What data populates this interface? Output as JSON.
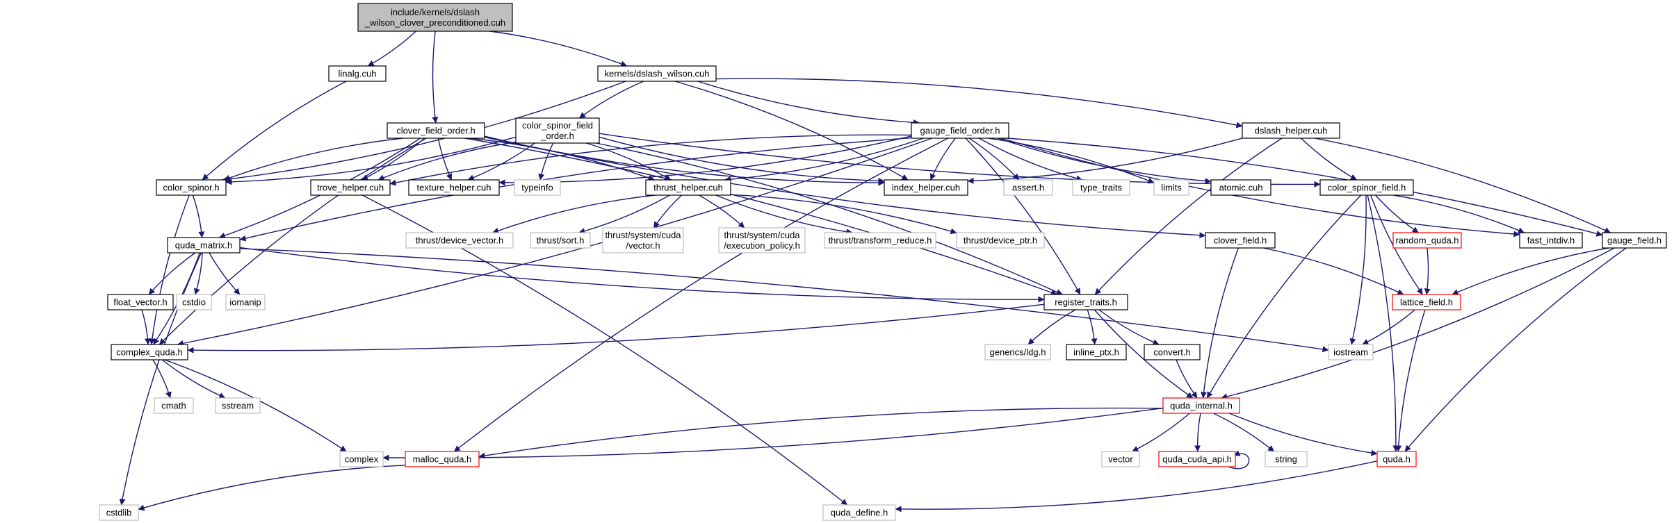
{
  "colors": {
    "edge": "#191970",
    "root_fill": "#bfbfbf",
    "normal_border": "#000000",
    "truncated_border": "#ff0000",
    "system_border": "#bfbfbf",
    "node_fill": "#ffffff"
  },
  "nodes": [
    {
      "id": "root",
      "lines": [
        "include/kernels/dslash",
        "_wilson_clover_preconditioned.cuh"
      ],
      "style": "root"
    },
    {
      "id": "linalg",
      "lines": [
        "linalg.cuh"
      ],
      "style": "normal"
    },
    {
      "id": "dslash_wilson",
      "lines": [
        "kernels/dslash_wilson.cuh"
      ],
      "style": "normal"
    },
    {
      "id": "clover_field_order",
      "lines": [
        "clover_field_order.h"
      ],
      "style": "normal"
    },
    {
      "id": "color_spinor_field_order",
      "lines": [
        "color_spinor_field",
        "_order.h"
      ],
      "style": "normal"
    },
    {
      "id": "gauge_field_order",
      "lines": [
        "gauge_field_order.h"
      ],
      "style": "normal"
    },
    {
      "id": "dslash_helper",
      "lines": [
        "dslash_helper.cuh"
      ],
      "style": "normal"
    },
    {
      "id": "color_spinor",
      "lines": [
        "color_spinor.h"
      ],
      "style": "normal"
    },
    {
      "id": "trove_helper",
      "lines": [
        "trove_helper.cuh"
      ],
      "style": "normal"
    },
    {
      "id": "texture_helper",
      "lines": [
        "texture_helper.cuh"
      ],
      "style": "normal"
    },
    {
      "id": "typeinfo",
      "lines": [
        "typeinfo"
      ],
      "style": "system"
    },
    {
      "id": "thrust_helper",
      "lines": [
        "thrust_helper.cuh"
      ],
      "style": "normal"
    },
    {
      "id": "index_helper",
      "lines": [
        "index_helper.cuh"
      ],
      "style": "normal"
    },
    {
      "id": "assert",
      "lines": [
        "assert.h"
      ],
      "style": "system"
    },
    {
      "id": "type_traits",
      "lines": [
        "type_traits"
      ],
      "style": "system"
    },
    {
      "id": "limits",
      "lines": [
        "limits"
      ],
      "style": "system"
    },
    {
      "id": "atomic",
      "lines": [
        "atomic.cuh"
      ],
      "style": "normal"
    },
    {
      "id": "color_spinor_field",
      "lines": [
        "color_spinor_field.h"
      ],
      "style": "normal"
    },
    {
      "id": "quda_matrix",
      "lines": [
        "quda_matrix.h"
      ],
      "style": "normal"
    },
    {
      "id": "thrust_device_vector",
      "lines": [
        "thrust/device_vector.h"
      ],
      "style": "system"
    },
    {
      "id": "thrust_sort",
      "lines": [
        "thrust/sort.h"
      ],
      "style": "system"
    },
    {
      "id": "thrust_cuda_vector",
      "lines": [
        "thrust/system/cuda",
        "/vector.h"
      ],
      "style": "system"
    },
    {
      "id": "thrust_cuda_exec",
      "lines": [
        "thrust/system/cuda",
        "/execution_policy.h"
      ],
      "style": "system"
    },
    {
      "id": "thrust_transform_reduce",
      "lines": [
        "thrust/transform_reduce.h"
      ],
      "style": "system"
    },
    {
      "id": "thrust_device_ptr",
      "lines": [
        "thrust/device_ptr.h"
      ],
      "style": "system"
    },
    {
      "id": "clover_field",
      "lines": [
        "clover_field.h"
      ],
      "style": "normal"
    },
    {
      "id": "random_quda",
      "lines": [
        "random_quda.h"
      ],
      "style": "truncated"
    },
    {
      "id": "fast_intdiv",
      "lines": [
        "fast_intdiv.h"
      ],
      "style": "normal"
    },
    {
      "id": "gauge_field",
      "lines": [
        "gauge_field.h"
      ],
      "style": "normal"
    },
    {
      "id": "float_vector",
      "lines": [
        "float_vector.h"
      ],
      "style": "normal"
    },
    {
      "id": "cstdio",
      "lines": [
        "cstdio"
      ],
      "style": "system"
    },
    {
      "id": "iomanip",
      "lines": [
        "iomanip"
      ],
      "style": "system"
    },
    {
      "id": "register_traits",
      "lines": [
        "register_traits.h"
      ],
      "style": "normal"
    },
    {
      "id": "lattice_field",
      "lines": [
        "lattice_field.h"
      ],
      "style": "truncated"
    },
    {
      "id": "complex_quda",
      "lines": [
        "complex_quda.h"
      ],
      "style": "normal"
    },
    {
      "id": "generics_ldg",
      "lines": [
        "generics/ldg.h"
      ],
      "style": "system"
    },
    {
      "id": "inline_ptx",
      "lines": [
        "inline_ptx.h"
      ],
      "style": "normal"
    },
    {
      "id": "convert",
      "lines": [
        "convert.h"
      ],
      "style": "normal"
    },
    {
      "id": "iostream",
      "lines": [
        "iostream"
      ],
      "style": "system"
    },
    {
      "id": "cmath",
      "lines": [
        "cmath"
      ],
      "style": "system"
    },
    {
      "id": "sstream",
      "lines": [
        "sstream"
      ],
      "style": "system"
    },
    {
      "id": "quda_internal",
      "lines": [
        "quda_internal.h"
      ],
      "style": "truncated"
    },
    {
      "id": "complex",
      "lines": [
        "complex"
      ],
      "style": "system"
    },
    {
      "id": "malloc_quda",
      "lines": [
        "malloc_quda.h"
      ],
      "style": "truncated"
    },
    {
      "id": "vector",
      "lines": [
        "vector"
      ],
      "style": "system"
    },
    {
      "id": "quda_cuda_api",
      "lines": [
        "quda_cuda_api.h"
      ],
      "style": "truncated"
    },
    {
      "id": "string",
      "lines": [
        "string"
      ],
      "style": "system"
    },
    {
      "id": "quda_h",
      "lines": [
        "quda.h"
      ],
      "style": "truncated"
    },
    {
      "id": "cstdlib",
      "lines": [
        "cstdlib"
      ],
      "style": "system"
    },
    {
      "id": "quda_define",
      "lines": [
        "quda_define.h"
      ],
      "style": "system"
    }
  ],
  "edges": [
    [
      "root",
      "linalg"
    ],
    [
      "root",
      "clover_field_order"
    ],
    [
      "root",
      "dslash_wilson"
    ],
    [
      "linalg",
      "color_spinor"
    ],
    [
      "dslash_wilson",
      "color_spinor"
    ],
    [
      "dslash_wilson",
      "color_spinor_field_order"
    ],
    [
      "dslash_wilson",
      "index_helper"
    ],
    [
      "dslash_wilson",
      "gauge_field_order"
    ],
    [
      "dslash_wilson",
      "dslash_helper"
    ],
    [
      "clover_field_order",
      "color_spinor"
    ],
    [
      "clover_field_order",
      "quda_matrix"
    ],
    [
      "clover_field_order",
      "complex_quda"
    ],
    [
      "clover_field_order",
      "trove_helper"
    ],
    [
      "clover_field_order",
      "texture_helper"
    ],
    [
      "clover_field_order",
      "thrust_helper"
    ],
    [
      "clover_field_order",
      "index_helper"
    ],
    [
      "clover_field_order",
      "register_traits"
    ],
    [
      "clover_field_order",
      "clover_field"
    ],
    [
      "color_spinor_field_order",
      "color_spinor"
    ],
    [
      "color_spinor_field_order",
      "trove_helper"
    ],
    [
      "color_spinor_field_order",
      "texture_helper"
    ],
    [
      "color_spinor_field_order",
      "typeinfo"
    ],
    [
      "color_spinor_field_order",
      "thrust_helper"
    ],
    [
      "color_spinor_field_order",
      "index_helper"
    ],
    [
      "color_spinor_field_order",
      "register_traits"
    ],
    [
      "color_spinor_field_order",
      "color_spinor_field"
    ],
    [
      "gauge_field_order",
      "texture_helper"
    ],
    [
      "gauge_field_order",
      "trove_helper"
    ],
    [
      "gauge_field_order",
      "thrust_helper"
    ],
    [
      "gauge_field_order",
      "index_helper"
    ],
    [
      "gauge_field_order",
      "assert"
    ],
    [
      "gauge_field_order",
      "type_traits"
    ],
    [
      "gauge_field_order",
      "limits"
    ],
    [
      "gauge_field_order",
      "atomic"
    ],
    [
      "gauge_field_order",
      "gauge_field"
    ],
    [
      "gauge_field_order",
      "fast_intdiv"
    ],
    [
      "gauge_field_order",
      "register_traits"
    ],
    [
      "gauge_field_order",
      "malloc_quda"
    ],
    [
      "gauge_field_order",
      "complex_quda"
    ],
    [
      "gauge_field_order",
      "quda_matrix"
    ],
    [
      "dslash_helper",
      "index_helper"
    ],
    [
      "dslash_helper",
      "color_spinor_field"
    ],
    [
      "dslash_helper",
      "gauge_field"
    ],
    [
      "dslash_helper",
      "register_traits"
    ],
    [
      "color_spinor",
      "quda_matrix"
    ],
    [
      "color_spinor",
      "complex_quda"
    ],
    [
      "trove_helper",
      "quda_define"
    ],
    [
      "thrust_helper",
      "thrust_device_vector"
    ],
    [
      "thrust_helper",
      "thrust_sort"
    ],
    [
      "thrust_helper",
      "thrust_cuda_vector"
    ],
    [
      "thrust_helper",
      "thrust_cuda_exec"
    ],
    [
      "thrust_helper",
      "thrust_transform_reduce"
    ],
    [
      "thrust_helper",
      "thrust_device_ptr"
    ],
    [
      "color_spinor_field",
      "random_quda"
    ],
    [
      "color_spinor_field",
      "fast_intdiv"
    ],
    [
      "color_spinor_field",
      "lattice_field"
    ],
    [
      "color_spinor_field",
      "iostream"
    ],
    [
      "color_spinor_field",
      "quda_internal"
    ],
    [
      "color_spinor_field",
      "quda_h"
    ],
    [
      "quda_matrix",
      "float_vector"
    ],
    [
      "quda_matrix",
      "cstdio"
    ],
    [
      "quda_matrix",
      "iomanip"
    ],
    [
      "quda_matrix",
      "complex_quda"
    ],
    [
      "quda_matrix",
      "register_traits"
    ],
    [
      "quda_matrix",
      "iostream"
    ],
    [
      "quda_matrix",
      "cstdlib"
    ],
    [
      "clover_field",
      "lattice_field"
    ],
    [
      "clover_field",
      "quda_internal"
    ],
    [
      "random_quda",
      "lattice_field"
    ],
    [
      "gauge_field",
      "lattice_field"
    ],
    [
      "gauge_field",
      "quda_internal"
    ],
    [
      "gauge_field",
      "quda_h"
    ],
    [
      "float_vector",
      "complex_quda"
    ],
    [
      "register_traits",
      "generics_ldg"
    ],
    [
      "register_traits",
      "inline_ptx"
    ],
    [
      "register_traits",
      "convert"
    ],
    [
      "register_traits",
      "complex_quda"
    ],
    [
      "register_traits",
      "quda_internal"
    ],
    [
      "lattice_field",
      "iostream"
    ],
    [
      "lattice_field",
      "quda_h"
    ],
    [
      "complex_quda",
      "cmath"
    ],
    [
      "complex_quda",
      "sstream"
    ],
    [
      "complex_quda",
      "complex"
    ],
    [
      "convert",
      "quda_internal"
    ],
    [
      "quda_internal",
      "complex"
    ],
    [
      "quda_internal",
      "malloc_quda"
    ],
    [
      "quda_internal",
      "vector"
    ],
    [
      "quda_internal",
      "quda_cuda_api"
    ],
    [
      "quda_internal",
      "string"
    ],
    [
      "quda_internal",
      "quda_h"
    ],
    [
      "quda_cuda_api",
      "quda_cuda_api"
    ],
    [
      "malloc_quda",
      "cstdlib"
    ],
    [
      "quda_h",
      "quda_define"
    ]
  ]
}
